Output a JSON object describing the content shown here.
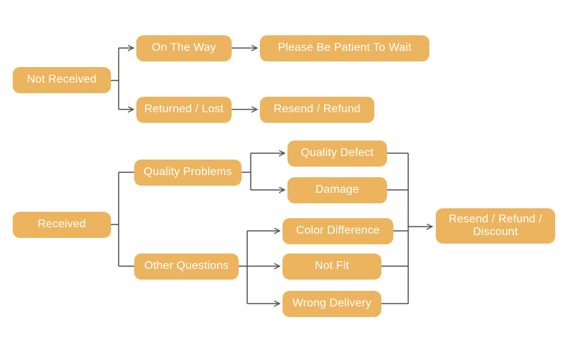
{
  "diagram": {
    "type": "flowchart",
    "colors": {
      "node_fill": "#ECB45E",
      "node_text": "#FFFFFF",
      "line": "#4D4D4D",
      "background": "#FFFFFF"
    },
    "nodes": {
      "not_received": {
        "label": "Not Received"
      },
      "on_the_way": {
        "label": "On The Way"
      },
      "please_wait": {
        "label": "Please Be Patient To Wait"
      },
      "returned_lost": {
        "label": "Returned / Lost"
      },
      "resend_refund": {
        "label": "Resend / Refund"
      },
      "received": {
        "label": "Received"
      },
      "quality_problems": {
        "label": "Quality Problems"
      },
      "quality_defect": {
        "label": "Quality Defect"
      },
      "damage": {
        "label": "Damage"
      },
      "other_questions": {
        "label": "Other Questions"
      },
      "color_difference": {
        "label": "Color Difference"
      },
      "not_fit": {
        "label": "Not Fit"
      },
      "wrong_delivery": {
        "label": "Wrong Delivery"
      },
      "resend_refund_discount": {
        "label": "Resend / Refund / Discount"
      }
    },
    "edges": [
      {
        "from": "Not Received",
        "to": "On The Way"
      },
      {
        "from": "On The Way",
        "to": "Please Be Patient To Wait"
      },
      {
        "from": "Not Received",
        "to": "Returned / Lost"
      },
      {
        "from": "Returned / Lost",
        "to": "Resend / Refund"
      },
      {
        "from": "Received",
        "to": "Quality Problems"
      },
      {
        "from": "Received",
        "to": "Other Questions"
      },
      {
        "from": "Quality Problems",
        "to": "Quality Defect"
      },
      {
        "from": "Quality Problems",
        "to": "Damage"
      },
      {
        "from": "Other Questions",
        "to": "Color Difference"
      },
      {
        "from": "Other Questions",
        "to": "Not Fit"
      },
      {
        "from": "Other Questions",
        "to": "Wrong Delivery"
      },
      {
        "from": "Quality Defect",
        "to": "Resend / Refund / Discount"
      },
      {
        "from": "Damage",
        "to": "Resend / Refund / Discount"
      },
      {
        "from": "Color Difference",
        "to": "Resend / Refund / Discount"
      },
      {
        "from": "Not Fit",
        "to": "Resend / Refund / Discount"
      },
      {
        "from": "Wrong Delivery",
        "to": "Resend / Refund / Discount"
      }
    ]
  }
}
